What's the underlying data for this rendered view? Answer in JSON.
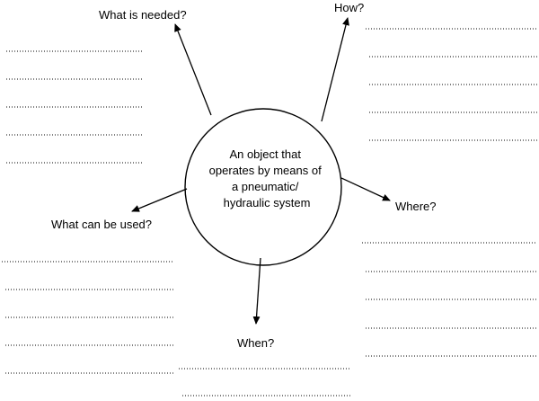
{
  "center": {
    "lines": [
      "An object that",
      "operates by means of",
      "a pneumatic/",
      "hydraulic system"
    ]
  },
  "labels": {
    "what_is_needed": "What is needed?",
    "how": "How?",
    "where": "Where?",
    "what_can_be_used": "What can be used?",
    "when": "When?"
  },
  "colors": {
    "stroke": "#000000",
    "background": "#ffffff"
  }
}
